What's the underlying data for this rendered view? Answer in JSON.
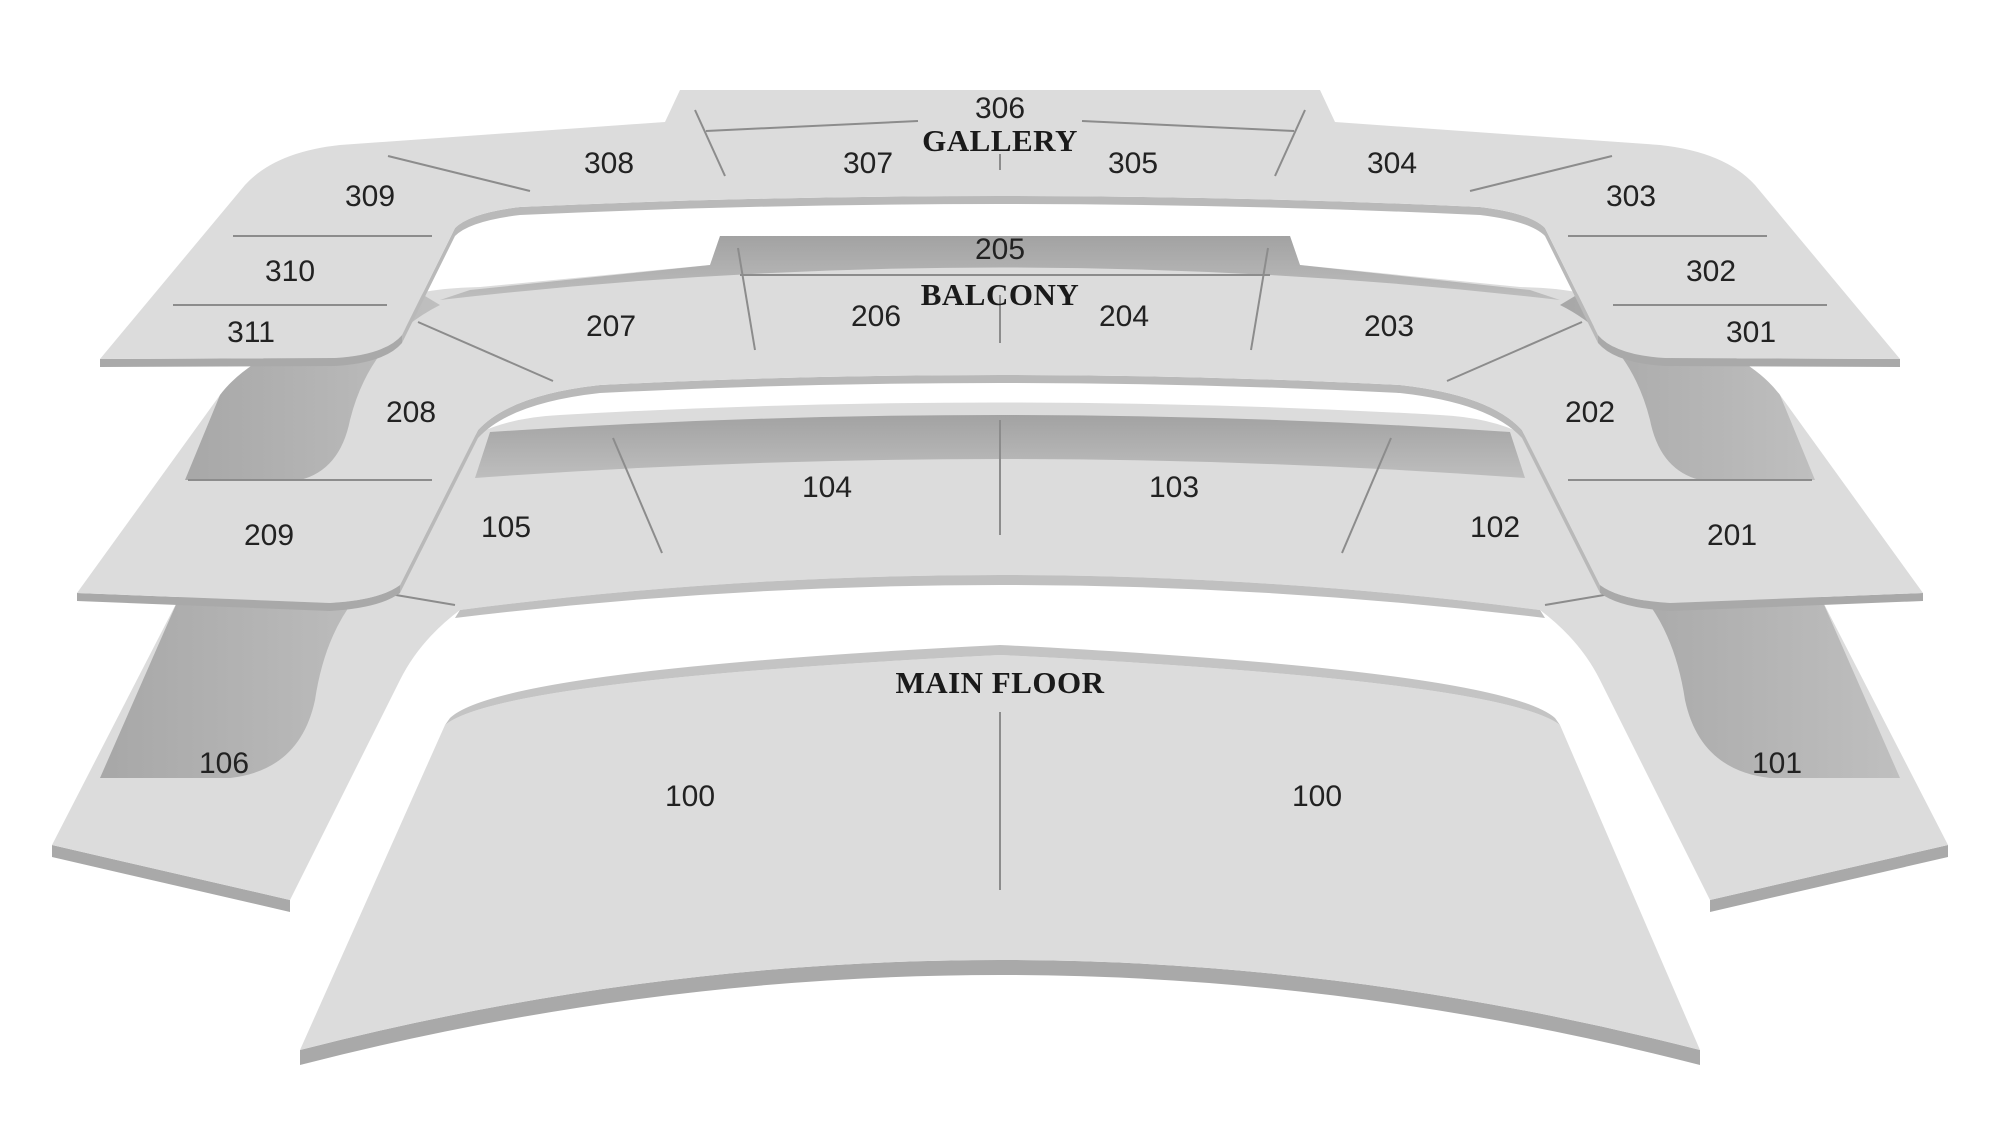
{
  "colors": {
    "surface": "#dcdcdc",
    "edge": "#a9a9a9",
    "shadow": "#a3a3a3",
    "divider": "#8c8c8c",
    "text": "#222222"
  },
  "levels": {
    "gallery": {
      "title": "GALLERY",
      "sections": [
        "306",
        "307",
        "305",
        "308",
        "304",
        "309",
        "303",
        "310",
        "302",
        "311",
        "301"
      ]
    },
    "balcony": {
      "title": "BALCONY",
      "sections": [
        "205",
        "206",
        "204",
        "207",
        "203",
        "208",
        "202",
        "209",
        "201"
      ]
    },
    "lower": {
      "sections": [
        "104",
        "103",
        "105",
        "102",
        "106",
        "101"
      ]
    },
    "main_floor": {
      "title": "MAIN FLOOR",
      "sections": [
        "100",
        "100"
      ]
    }
  }
}
